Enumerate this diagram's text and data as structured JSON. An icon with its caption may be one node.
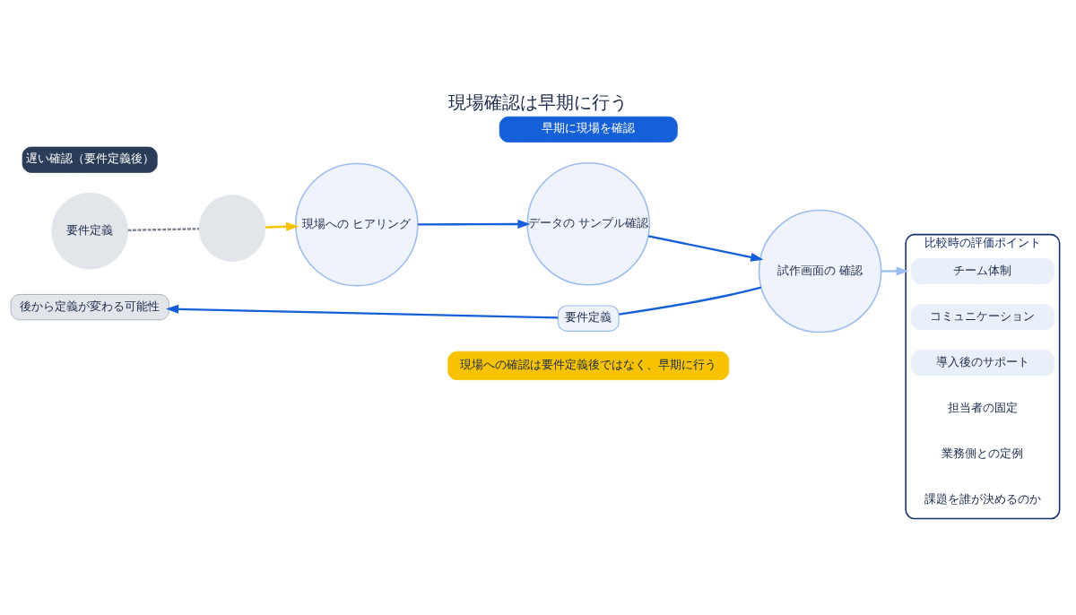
{
  "diagram": {
    "title": "現場確認は早期に行う",
    "nodes": [
      {
        "text": [
          "遅い確認（要件定義後）"
        ]
      },
      {
        "text": [
          "要件定義"
        ]
      },
      {
        "text": [],
        "shape": "circle"
      },
      {
        "text": [
          "後から定義が変わる可能性"
        ]
      },
      {
        "text": [
          "早期に現場を確認"
        ]
      },
      {
        "text": [
          "現場への ヒアリング"
        ]
      },
      {
        "text": [
          "データの サンプル確認"
        ]
      },
      {
        "text": [
          "試作画面の 確認"
        ]
      },
      {
        "text": [
          "要件定義"
        ]
      },
      {
        "text": [
          "比較時の評価ポイント"
        ]
      },
      {
        "text": [
          "チーム体制"
        ],
        "in": 9
      },
      {
        "text": [
          "コミュニケーション"
        ],
        "in": 9
      },
      {
        "text": [
          "導入後のサポート"
        ],
        "in": 9
      },
      {
        "text": [
          "担当者の固定"
        ],
        "in": 9
      },
      {
        "text": [
          "業務側との定例"
        ],
        "in": 9
      },
      {
        "text": [
          "課題を誰が決めるのか"
        ],
        "in": 9
      },
      {
        "text": [
          "現場への確認は要件定義後ではなく、早期に行う"
        ]
      }
    ],
    "edges": [
      {
        "from": 1,
        "to": 2,
        "arrow": "none",
        "style": "dashed",
        "color": "#7a8290"
      },
      {
        "from": 2,
        "to": 5,
        "arrow": "to",
        "color": "#f5c400"
      },
      {
        "from": 5,
        "to": 6,
        "arrow": "to"
      },
      {
        "from": 6,
        "to": 7,
        "arrow": "to"
      },
      {
        "from": 7,
        "to": 9,
        "arrow": "to",
        "color": "#9dbcf0"
      },
      {
        "from": 7,
        "to": 8,
        "arrow": "none"
      },
      {
        "from": 8,
        "to": 3,
        "arrow": "to"
      }
    ]
  }
}
